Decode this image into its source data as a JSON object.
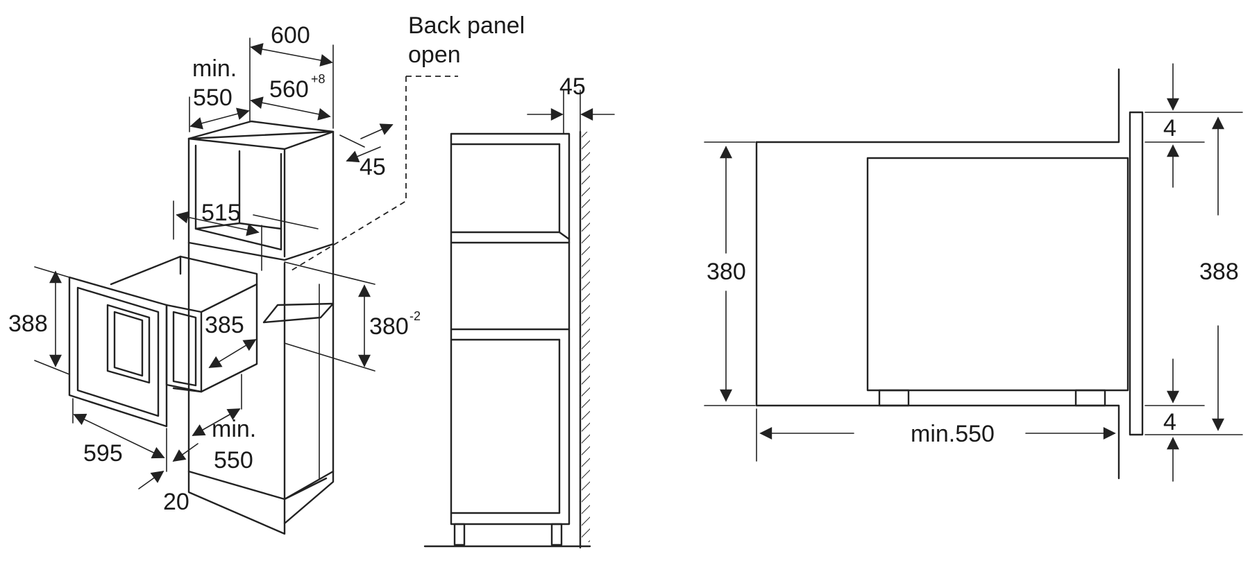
{
  "labels": {
    "l600": "600",
    "l_min_a": "min.",
    "l550_a": "550",
    "l560": "560",
    "l560_sup": "+8",
    "l45_top": "45",
    "l45_side": "45",
    "back_panel_1": "Back panel",
    "back_panel_2": "open",
    "l515": "515",
    "l388_left": "388",
    "l385": "385",
    "l380_3d": "380",
    "l380_sup": "-2",
    "l595": "595",
    "l_min_b": "min.",
    "l550_b": "550",
    "l20": "20",
    "l380_right": "380",
    "l388_right": "388",
    "l4_top": "4",
    "l4_bottom": "4",
    "l_min550": "min.550"
  },
  "colors": {
    "line": "#222222",
    "background": "#ffffff"
  }
}
